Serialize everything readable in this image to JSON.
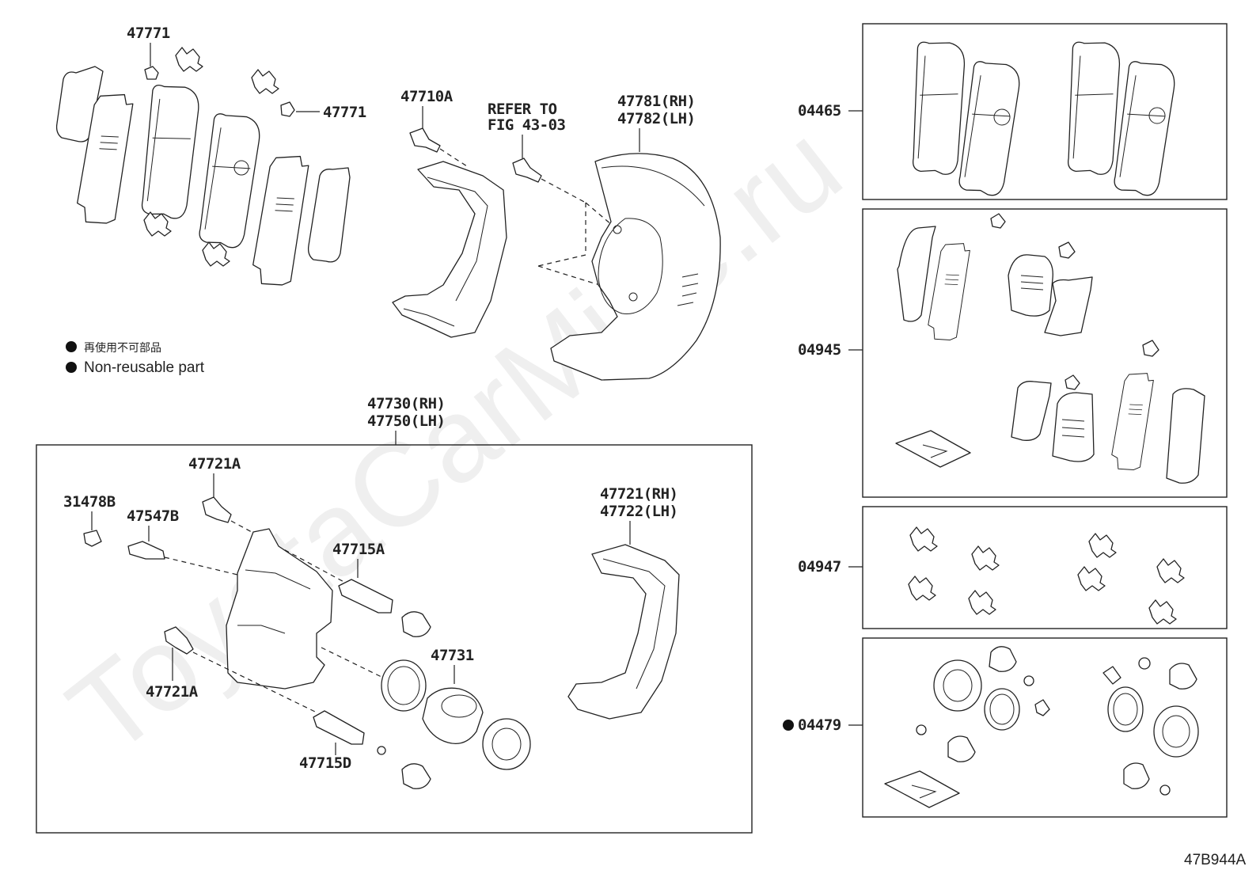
{
  "watermark": "ToyotaCarMine.ru",
  "legend": {
    "line_jp": "再使用不可部品",
    "line_en": "Non-reusable part"
  },
  "labels": {
    "p47771_top": "47771",
    "p47771_right": "47771",
    "p47710A": "47710A",
    "refer_line1": "REFER TO",
    "refer_line2": "FIG 43-03",
    "p47781": "47781(RH)",
    "p47782": "47782(LH)",
    "p47730": "47730(RH)",
    "p47750": "47750(LH)",
    "p47721A_top": "47721A",
    "p31478B": "31478B",
    "p47547B": "47547B",
    "p47715A": "47715A",
    "p47721": "47721(RH)",
    "p47722": "47722(LH)",
    "p47731": "47731",
    "p47721A_bottom": "47721A",
    "p47715D": "47715D",
    "p04465": "04465",
    "p04945": "04945",
    "p04947": "04947",
    "p04479": "04479",
    "figure_code": "47B944A"
  }
}
